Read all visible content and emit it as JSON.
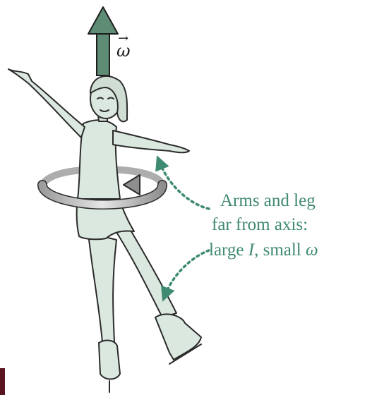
{
  "vector_label": "ω",
  "vector_arrow": "→",
  "annotation": {
    "line1": "Arms and leg",
    "line2": "far from axis:",
    "line3_prefix": "large ",
    "line3_I": "I",
    "line3_mid": ", small ",
    "line3_omega": "ω"
  },
  "colors": {
    "skater_fill": "#dbe8df",
    "skater_stroke": "#2b2b2b",
    "arrow_fill": "#5e8c74",
    "label_color": "#3f8a72",
    "ring_fill": "#b9b9b9",
    "dotted_arrow": "#3f8a72"
  }
}
